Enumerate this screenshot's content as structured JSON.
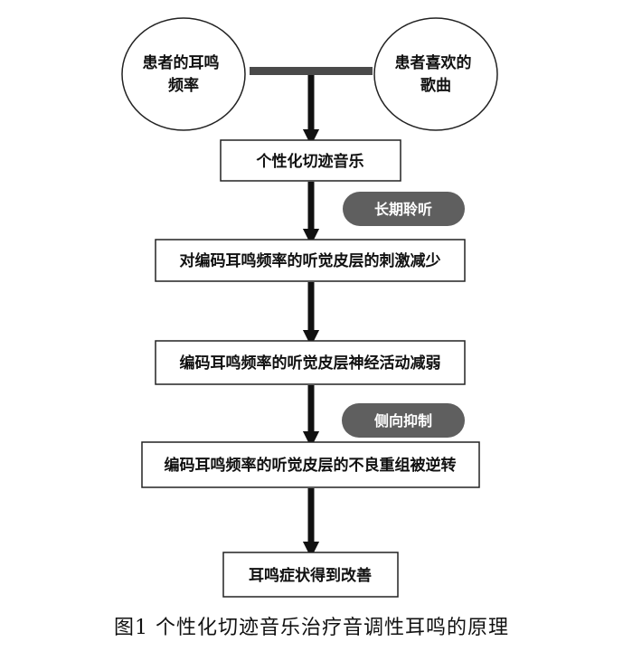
{
  "inputs": {
    "left": "患者的耳鸣\n频率",
    "right": "患者喜欢的\n歌曲"
  },
  "steps": [
    "个性化切迹音乐",
    "对编码耳鸣频率的听觉皮层的刺激减少",
    "编码耳鸣频率的听觉皮层神经活动减弱",
    "编码耳鸣频率的听觉皮层的不良重组被逆转",
    "耳鸣症状得到改善"
  ],
  "annotations": {
    "long_listening": "长期聆听",
    "lateral_inhibition": "侧向抑制"
  },
  "caption": "图1  个性化切迹音乐治疗音调性耳鸣的原理",
  "colors": {
    "pill_fill": "#5f5f5f",
    "arrow": "#111111",
    "bar": "#4a4a4a",
    "stroke": "#222222"
  }
}
